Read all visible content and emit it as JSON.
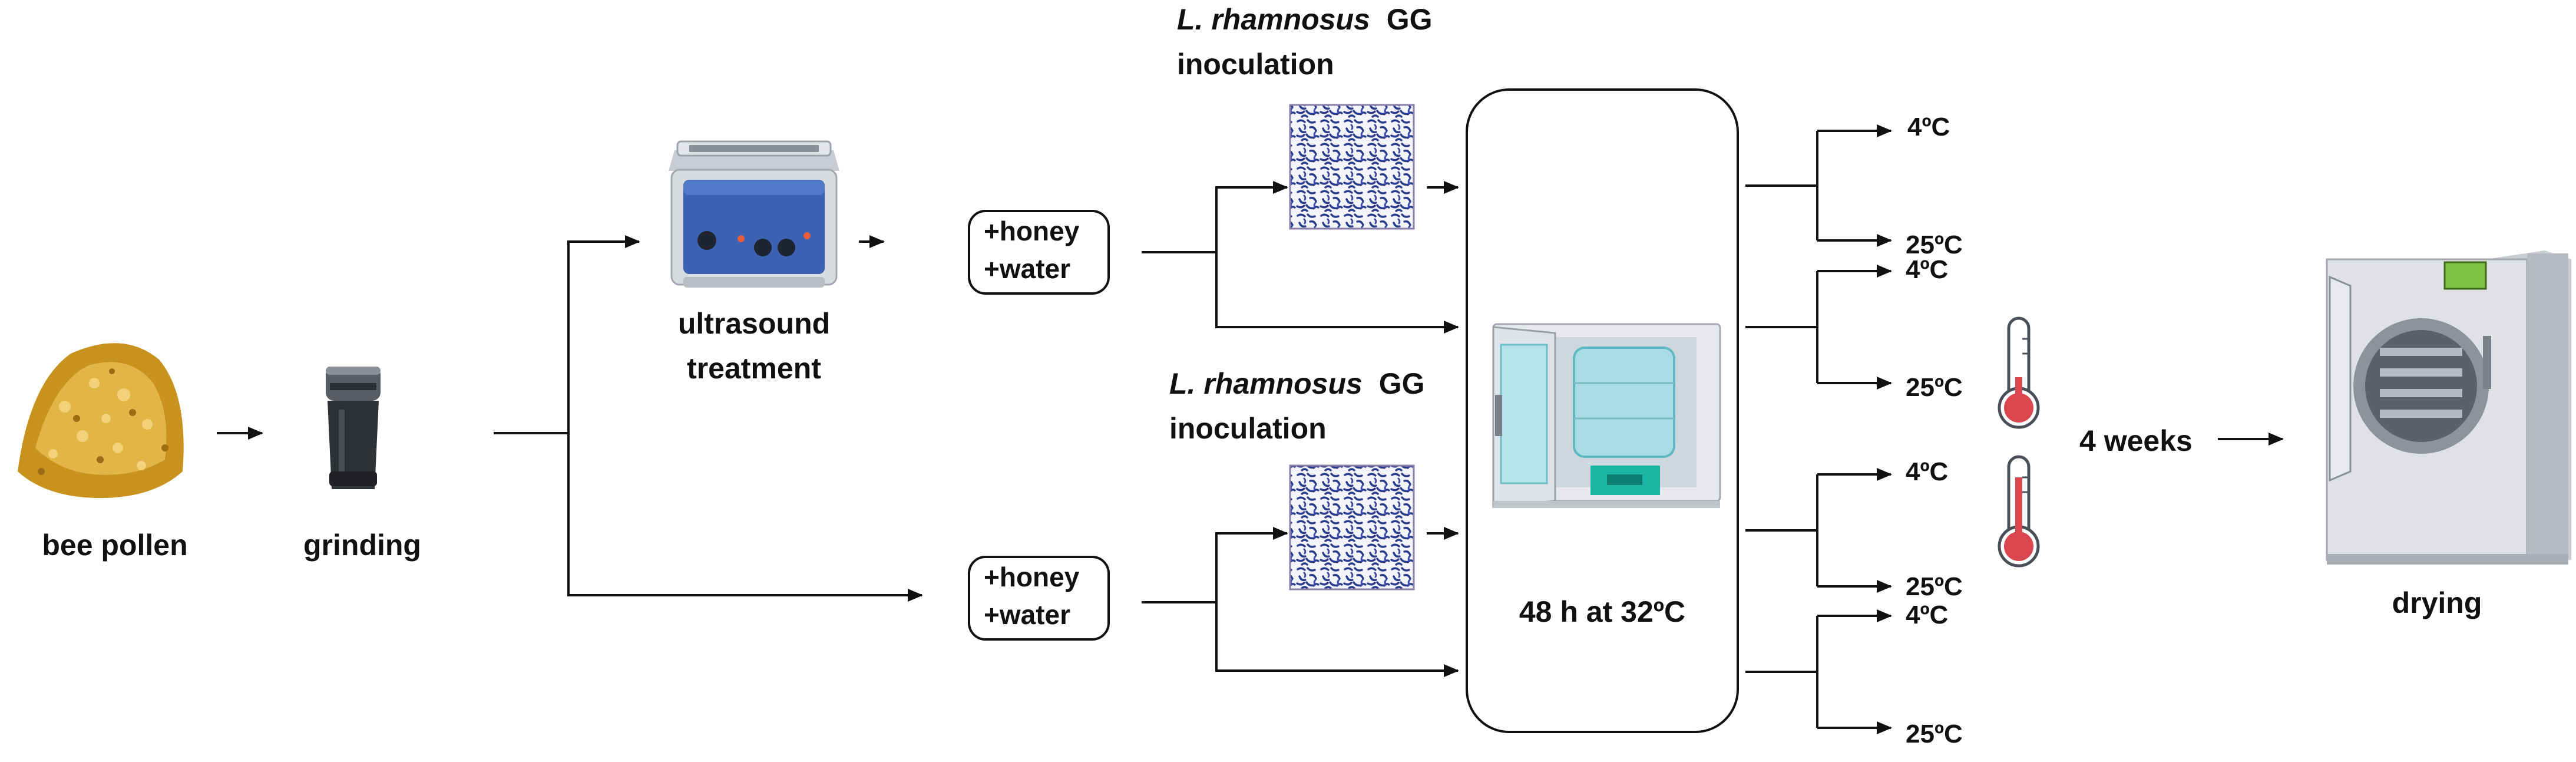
{
  "colors": {
    "line": "#111111",
    "pollen": "#d4a52a",
    "bacteria": "#2a3a8c",
    "ultrasound_body": "#3d62b3",
    "incubator_display": "#1ab5a3",
    "thermo_red": "#d9464f",
    "dryer_screen": "#7fc241"
  },
  "icons": {
    "pollen": "bee-pollen-pile-icon",
    "grinder": "grinder-icon",
    "ultrasound": "ultrasound-bath-icon",
    "bacteria": "bacteria-culture-icon",
    "incubator": "incubator-icon",
    "thermometer": "thermometer-icon",
    "dryer": "freeze-dryer-icon"
  },
  "steps": {
    "bee_pollen": "bee pollen",
    "grinding": "grinding",
    "ultrasound_line1": "ultrasound",
    "ultrasound_line2": "treatment",
    "additives_top_line1": "+honey",
    "additives_top_line2": "+water",
    "additives_bottom_line1": "+honey",
    "additives_bottom_line2": "+water",
    "inoculation_top_species": "L. rhamnosus",
    "inoculation_top_strain": "GG",
    "inoculation_top_line2": "inoculation",
    "inoculation_bottom_species": "L. rhamnosus",
    "inoculation_bottom_strain": "GG",
    "inoculation_bottom_line2": "inoculation",
    "incubation": "48 h at 32ºC",
    "storage": "4 weeks",
    "drying": "drying"
  },
  "temperatures": {
    "branch1_low": "4ºC",
    "branch1_high": "25ºC",
    "branch2_low": "4ºC",
    "branch2_high": "25ºC",
    "branch3_low": "4ºC",
    "branch3_high": "25ºC",
    "branch4_low": "4ºC",
    "branch4_high": "25ºC"
  }
}
